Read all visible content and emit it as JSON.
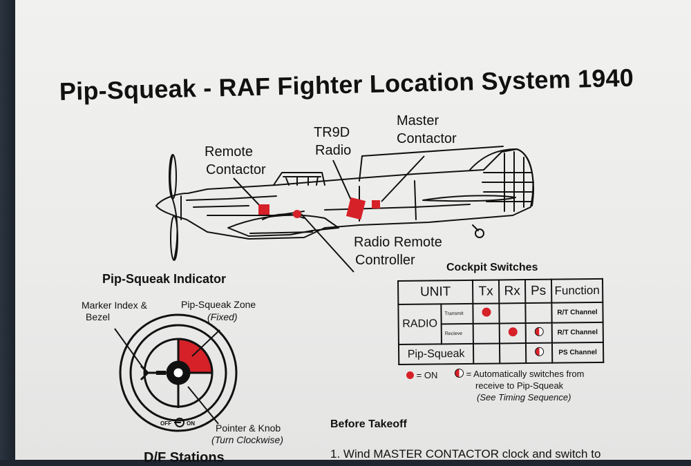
{
  "title": "Pip-Squeak - RAF Fighter Location System 1940",
  "aircraft": {
    "labels": {
      "remote_contactor_1": "Remote",
      "remote_contactor_2": "Contactor",
      "tr9d_1": "TR9D",
      "tr9d_2": "Radio",
      "master_1": "Master",
      "master_2": "Contactor",
      "rrc_1": "Radio Remote",
      "rrc_2": "Controller"
    },
    "accent_color": "#d62128"
  },
  "indicator": {
    "heading": "Pip-Squeak Indicator",
    "marker_1": "Marker Index &",
    "marker_2": "Bezel",
    "zone_1": "Pip-Squeak Zone",
    "zone_2": "(Fixed)",
    "off": "OFF",
    "on": "ON",
    "pointer_1": "Pointer & Knob",
    "pointer_2": "(Turn Clockwise)"
  },
  "cockpit_switches": {
    "heading": "Cockpit Switches",
    "columns": [
      "UNIT",
      "Tx",
      "Rx",
      "Ps",
      "Function"
    ],
    "rows": [
      {
        "unit": "RADIO",
        "sub": "Transmit",
        "tx": "on",
        "rx": "",
        "ps": "",
        "function": "R/T Channel"
      },
      {
        "unit": "",
        "sub": "Recieve",
        "tx": "",
        "rx": "on",
        "ps": "auto",
        "function": "R/T Channel"
      },
      {
        "unit": "Pip-Squeak",
        "sub": "",
        "tx": "",
        "rx": "",
        "ps": "auto",
        "function": "PS Channel"
      }
    ],
    "legend_on": "= ON",
    "legend_auto_1": "= Automatically switches from",
    "legend_auto_2": "receive to Pip-Squeak",
    "legend_auto_3": "(See Timing Sequence)"
  },
  "before_takeoff": {
    "heading": "Before Takeoff",
    "step1": "1.  Wind MASTER CONTACTOR clock and switch to"
  },
  "df_stations": "D/F Stations"
}
